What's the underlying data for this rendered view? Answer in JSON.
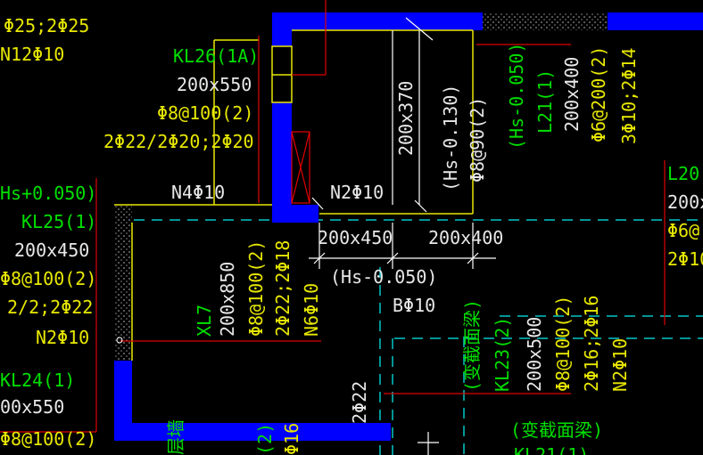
{
  "colors": {
    "background": "#000000",
    "wall": "#0000ff",
    "beam_line": "#e8e800",
    "dim_line": "#ffffff",
    "leader": "#e00000",
    "axis": "#00c8c8",
    "text_green": "#00e000",
    "text_white": "#e8e8e8",
    "text_yellow": "#e8e800"
  },
  "labels": {
    "topleft_1": "Φ25;2Φ25",
    "topleft_2": "N12Φ10",
    "kl26_name": "KL26(1A)",
    "kl26_size": "200x550",
    "kl26_stirrup": "Φ8@100(2)",
    "kl26_bars": "2Φ22/2Φ20;2Φ20",
    "n4": "N4Φ10",
    "n2_mid": "N2Φ10",
    "hs_left": "Hs+0.050)",
    "kl25_name": "KL25(1)",
    "kl25_size": "200x450",
    "kl25_stirrup": "Φ8@100(2)",
    "kl25_bars": "2/2;2Φ22",
    "kl25_n2": "N2Φ10",
    "kl24_name": "KL24(1)",
    "kl24_size": "00x550",
    "kl24_stirrup": "Φ8@100(2)",
    "dim_200x370": "200x370",
    "hs_0130": "(Hs-0.130)",
    "st_090": "Φ8@90(2)",
    "hs_0050_top": "(Hs-0.050)",
    "l21_name": "L21(1)",
    "l21_size": "200x400",
    "l21_stirrup": "Φ6@200(2)",
    "l21_bars": "3Φ10;2Φ14",
    "l20_name": "L20",
    "l20_size": "200x",
    "l20_stirrup": "Φ6@",
    "l20_bars": "2Φ10",
    "dim_200x450": "200x450",
    "dim_200x400": "200x400",
    "hs_0050_mid": "(Hs-0.050)",
    "b3": "BΦ10",
    "xl7_name": "XL7",
    "xl7_size": "200x850",
    "xl7_stirrup": "Φ8@100(2)",
    "xl7_bars": "2Φ22;2Φ18",
    "xl7_n6": "N6Φ10",
    "varsec_1": "(变截面梁)",
    "kl23_name": "KL23(2)",
    "kl23_size": "200x500",
    "kl23_stirrup": "Φ8@100(2)",
    "kl23_bars": "2Φ16;2Φ16",
    "kl23_n2": "N2Φ10",
    "bar_2phi22": "2Φ22",
    "varsec_2": "(变截面梁)",
    "kl21_partial": "KL21(1)",
    "frag_wall": "层墙",
    "frag_2": "(2)",
    "frag_16": "Φ16"
  }
}
